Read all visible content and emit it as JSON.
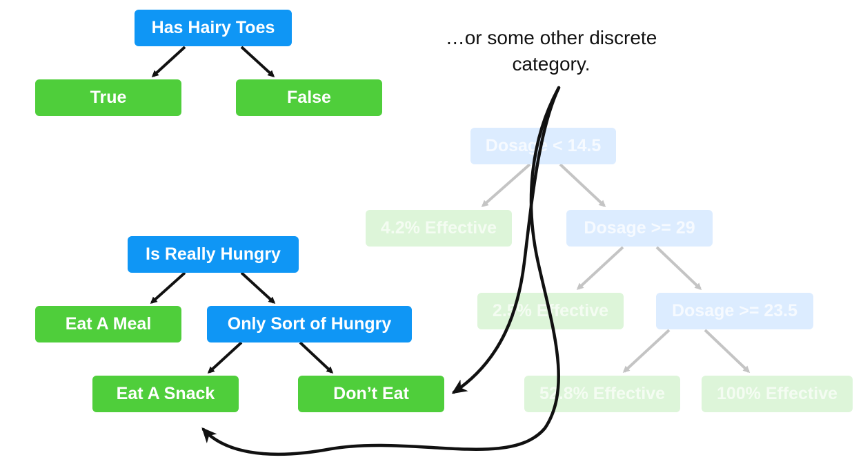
{
  "caption": "…or some other discrete category.",
  "colors": {
    "decision": "#0f96f5",
    "leaf": "#4fce3b",
    "faded_decision": "#dcecff",
    "faded_leaf": "#ddf5d9",
    "edge": "#111111",
    "faded_edge": "#c4c4c4"
  },
  "trees": {
    "hairy_toes": {
      "root": "Has Hairy Toes",
      "true_leaf": "True",
      "false_leaf": "False"
    },
    "hungry": {
      "root": "Is Really Hungry",
      "meal_leaf": "Eat A Meal",
      "sort_of_node": "Only Sort of Hungry",
      "snack_leaf": "Eat A Snack",
      "dont_eat_leaf": "Don’t Eat"
    },
    "dosage": {
      "root": "Dosage < 14.5",
      "leaf_a": "4.2% Effective",
      "node_b": "Dosage >= 29",
      "leaf_c": "2.5% Effective",
      "node_d": "Dosage >= 23.5",
      "leaf_e": "52.8% Effective",
      "leaf_f": "100% Effective"
    }
  }
}
